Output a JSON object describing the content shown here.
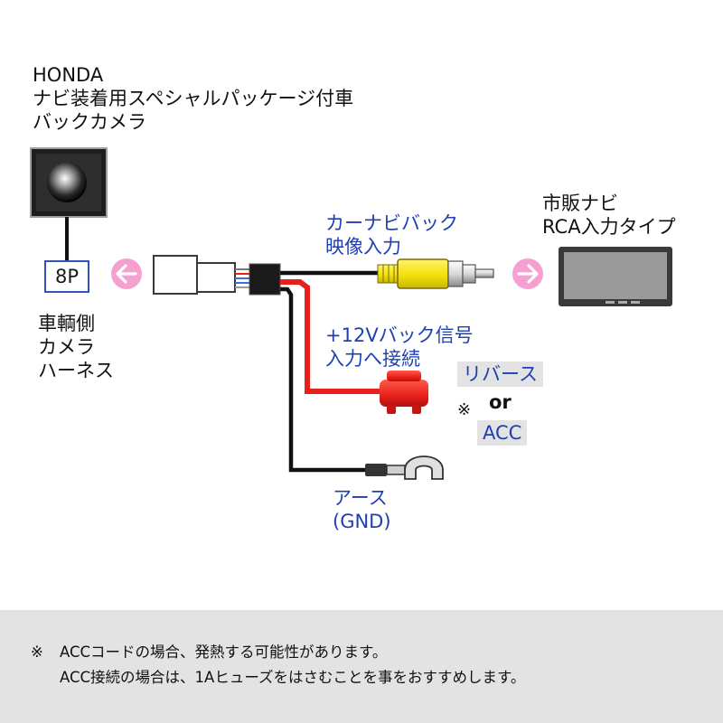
{
  "camera": {
    "maker": "HONDA",
    "line2": "ナビ装着用スペシャルパッケージ付車",
    "line3": "バックカメラ"
  },
  "connector_label": "8P",
  "harness_label": [
    "車輌側",
    "カメラ",
    "ハーネス"
  ],
  "video_label": [
    "カーナビバック",
    "映像入力"
  ],
  "navi_label": [
    "市販ナビ",
    "RCA入力タイプ"
  ],
  "signal_label": [
    "+12Vバック信号",
    "入力へ接続"
  ],
  "options": {
    "reverse": "リバース",
    "mark": "※",
    "or": "or",
    "acc": "ACC"
  },
  "ground_label": [
    "アース",
    "(GND)"
  ],
  "footer": {
    "mark": "※",
    "line1": "ACCコードの場合、発熱する可能性があります。",
    "line2": "ACC接続の場合は、1Aヒューズをはさむことを事をおすすめします。"
  },
  "colors": {
    "label_blue": "#1f3fb4",
    "arrow_pink": "#f5a0d0",
    "wire_red": "#e8201c",
    "rca_yellow": "#f2e00c",
    "footer_bg": "#e3e3e3"
  }
}
